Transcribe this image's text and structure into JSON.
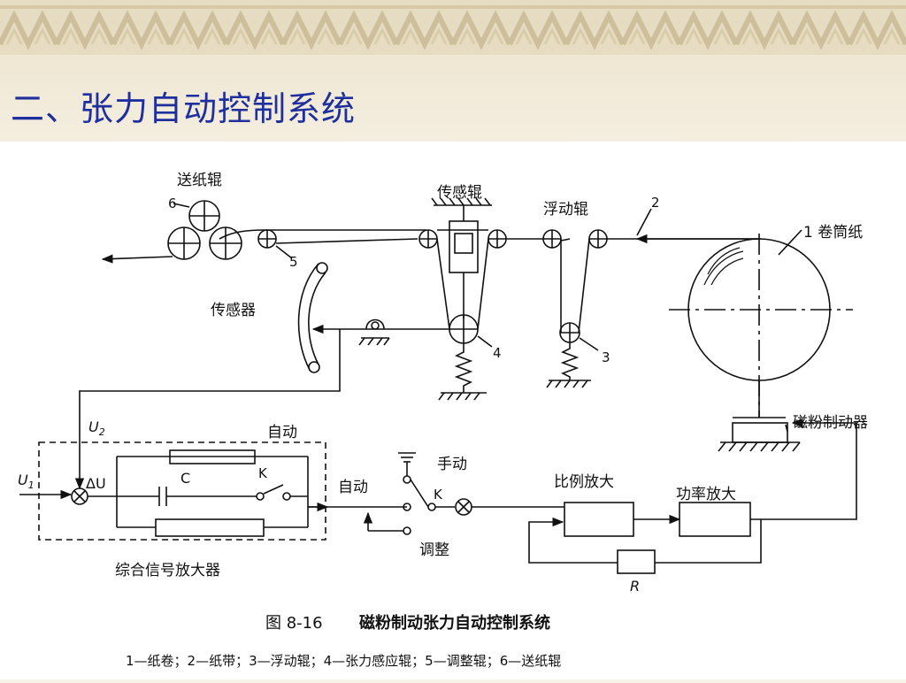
{
  "slide": {
    "title": "二、张力自动控制系统"
  },
  "diagram": {
    "labels": {
      "feed_roller": "送纸辊",
      "sensor_roller": "传感辊",
      "floating_roller": "浮动辊",
      "paper_roll": "1 卷筒纸",
      "sensor": "传感器",
      "brake": "磁粉制动器",
      "manual": "手动",
      "auto_top": "自动",
      "auto_mid": "自动",
      "adjust": "调整",
      "prop_amp": "比例放大",
      "power_amp": "功率放大",
      "signal_amp": "综合信号放大器",
      "u1": "U",
      "u1_sub": "1",
      "u2": "U",
      "u2_sub": "2",
      "delta_u": "ΔU",
      "cap_c": "C",
      "switch_k1": "K",
      "switch_k2": "K",
      "resistor_r": "R",
      "num_2": "2",
      "num_3": "3",
      "num_4": "4",
      "num_5": "5",
      "num_6": "6"
    },
    "caption": {
      "figure_no": "图 8-16",
      "figure_title": "磁粉制动张力自动控制系统",
      "legend": "1—纸卷；2—纸带；3—浮动辊；4—张力感应辊；5—调整辊；6—送纸辊"
    }
  },
  "colors": {
    "title": "#1f2f9e",
    "banner": "#e6dcc2",
    "ink": "#111111"
  }
}
